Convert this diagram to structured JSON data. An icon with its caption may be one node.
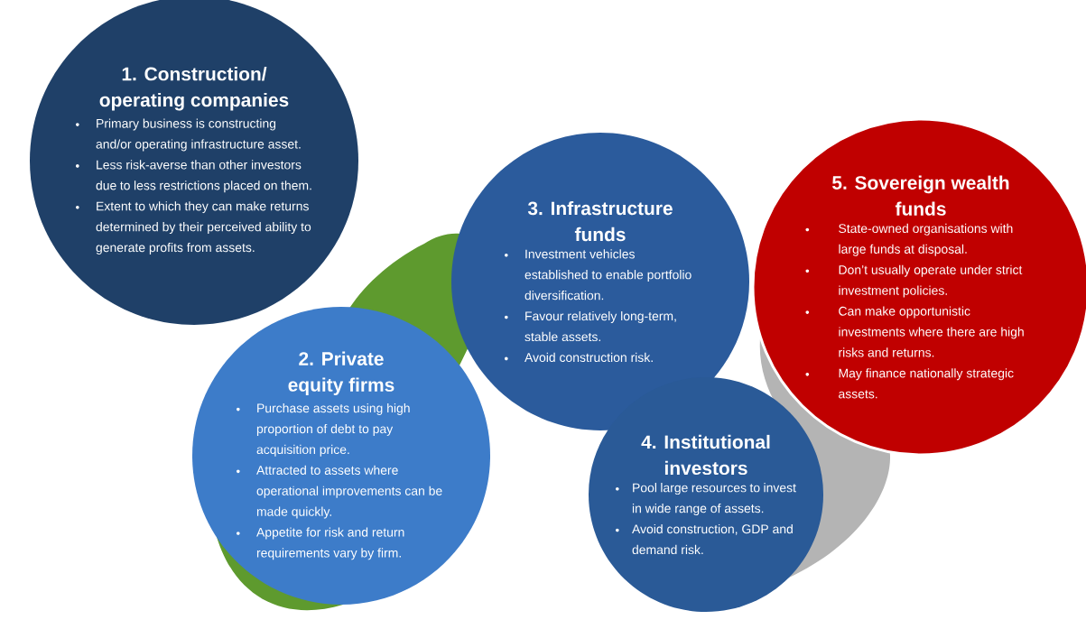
{
  "diagram": {
    "nodes": [
      {
        "text": [
          "1. Construction/ operating companies",
          "Primary business is constructing and/or operating infrastructure asset.",
          "Less risk-averse than other investors due to less restrictions placed on them.",
          "Extent to which they can make returns determined by their perceived ability to generate profits from assets."
        ]
      },
      {
        "text": [
          "2. Private equity firms",
          "Purchase assets using high proportion of debt to pay acquisition price.",
          "Attracted to assets where operational improvements can be made quickly.",
          "Appetite for risk and return requirements vary by firm."
        ]
      },
      {
        "text": [
          "3. Infrastructure funds",
          "Investment vehicles established to enable portfolio diversification.",
          "Favour relatively long-term, stable assets.",
          "Avoid construction risk."
        ]
      },
      {
        "text": [
          "4. Institutional investors",
          "Pool large resources to invest in wide range of assets.",
          "Avoid construction, GDP and demand risk."
        ]
      },
      {
        "text": [
          "5. Sovereign wealth funds",
          "State-owned organisations with large funds at disposal.",
          "Don’t usually operate under strict investment policies.",
          "Can make opportunistic investments where there are high risks and returns.",
          "May finance nationally strategic assets."
        ]
      }
    ]
  }
}
